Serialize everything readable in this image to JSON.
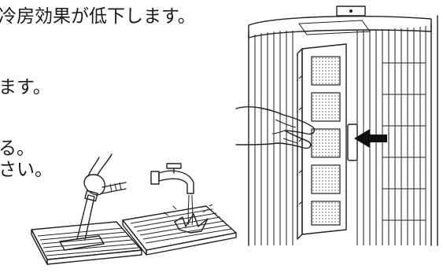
{
  "manual": {
    "lines": [
      "冷房効果が低下します。",
      "ます。",
      "る。",
      "さい。"
    ]
  },
  "illustration": {
    "vacuum_cleaning": "vacuum-filter-icon",
    "water_rinse": "faucet-rinse-icon",
    "filter_insertion": "ac-unit-filter-icon",
    "direction_arrow": "arrow-left-icon"
  }
}
